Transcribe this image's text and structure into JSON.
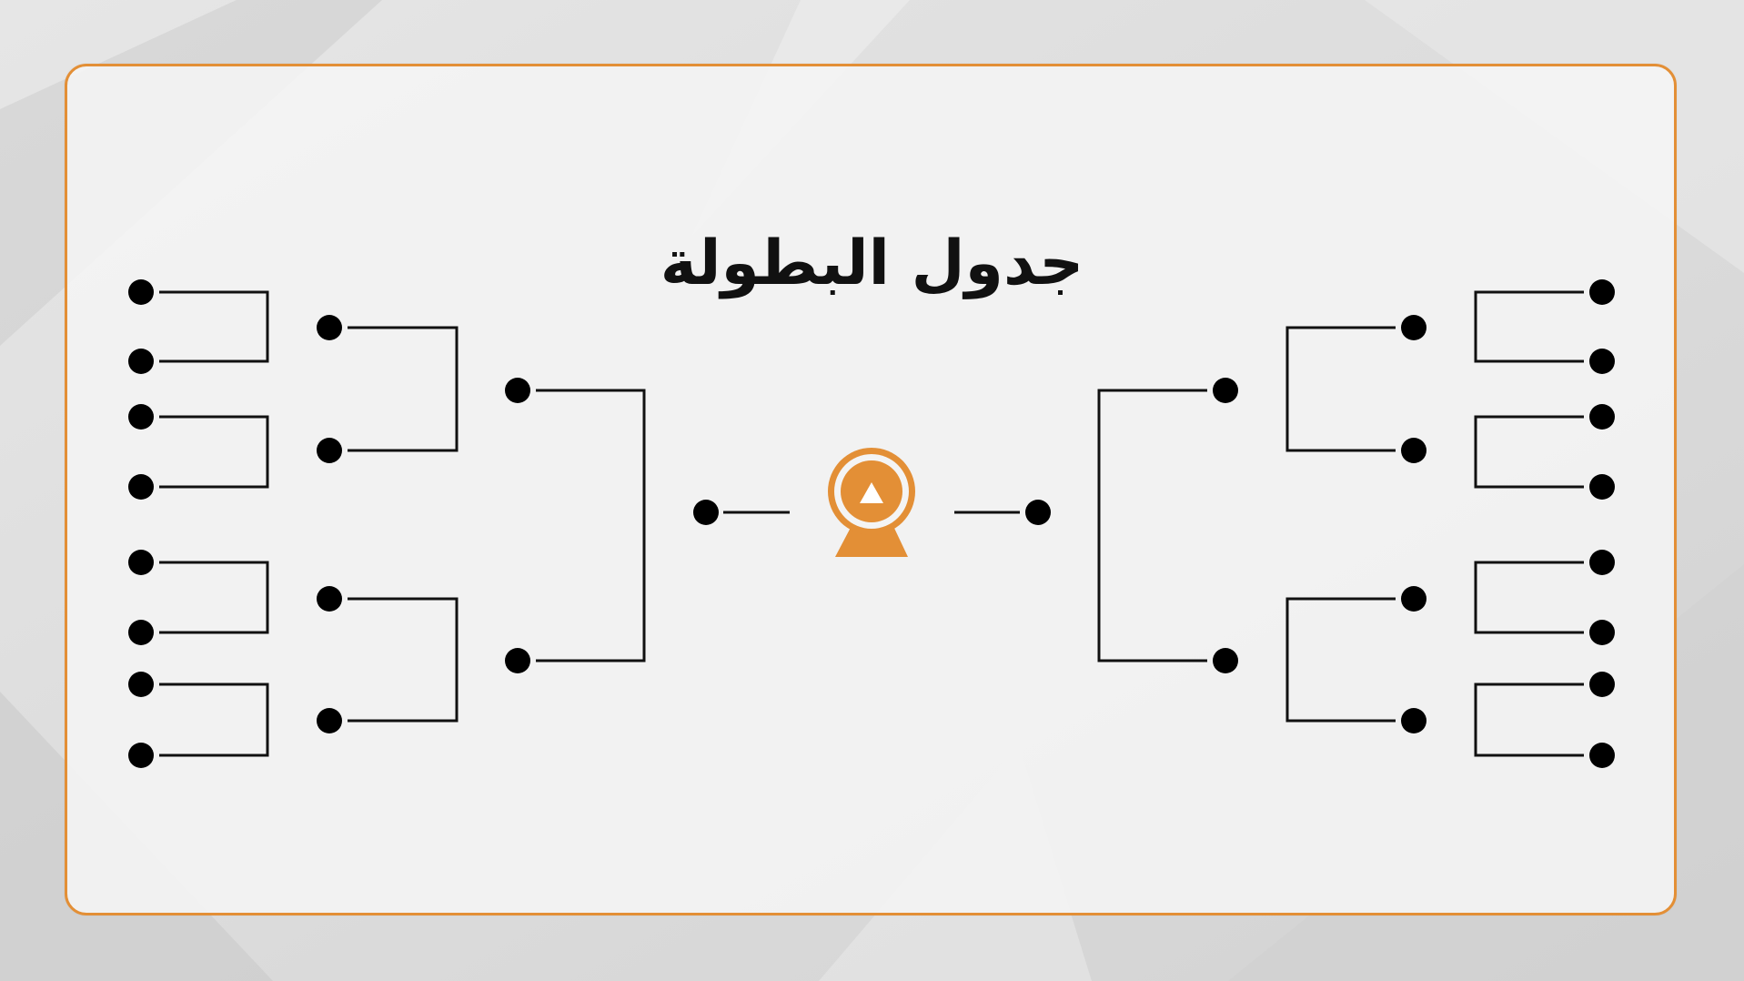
{
  "title": "جدول البطولة",
  "colors": {
    "accent": "#E38F36",
    "line": "#111111",
    "node": "#000000",
    "card_background": "#F4F4F4",
    "page_background": "#DCDCDC"
  },
  "icons": {
    "champion": "trophy-medal-icon"
  },
  "bracket": {
    "rounds_per_side": 4,
    "first_round_slots_per_side": 8
  }
}
